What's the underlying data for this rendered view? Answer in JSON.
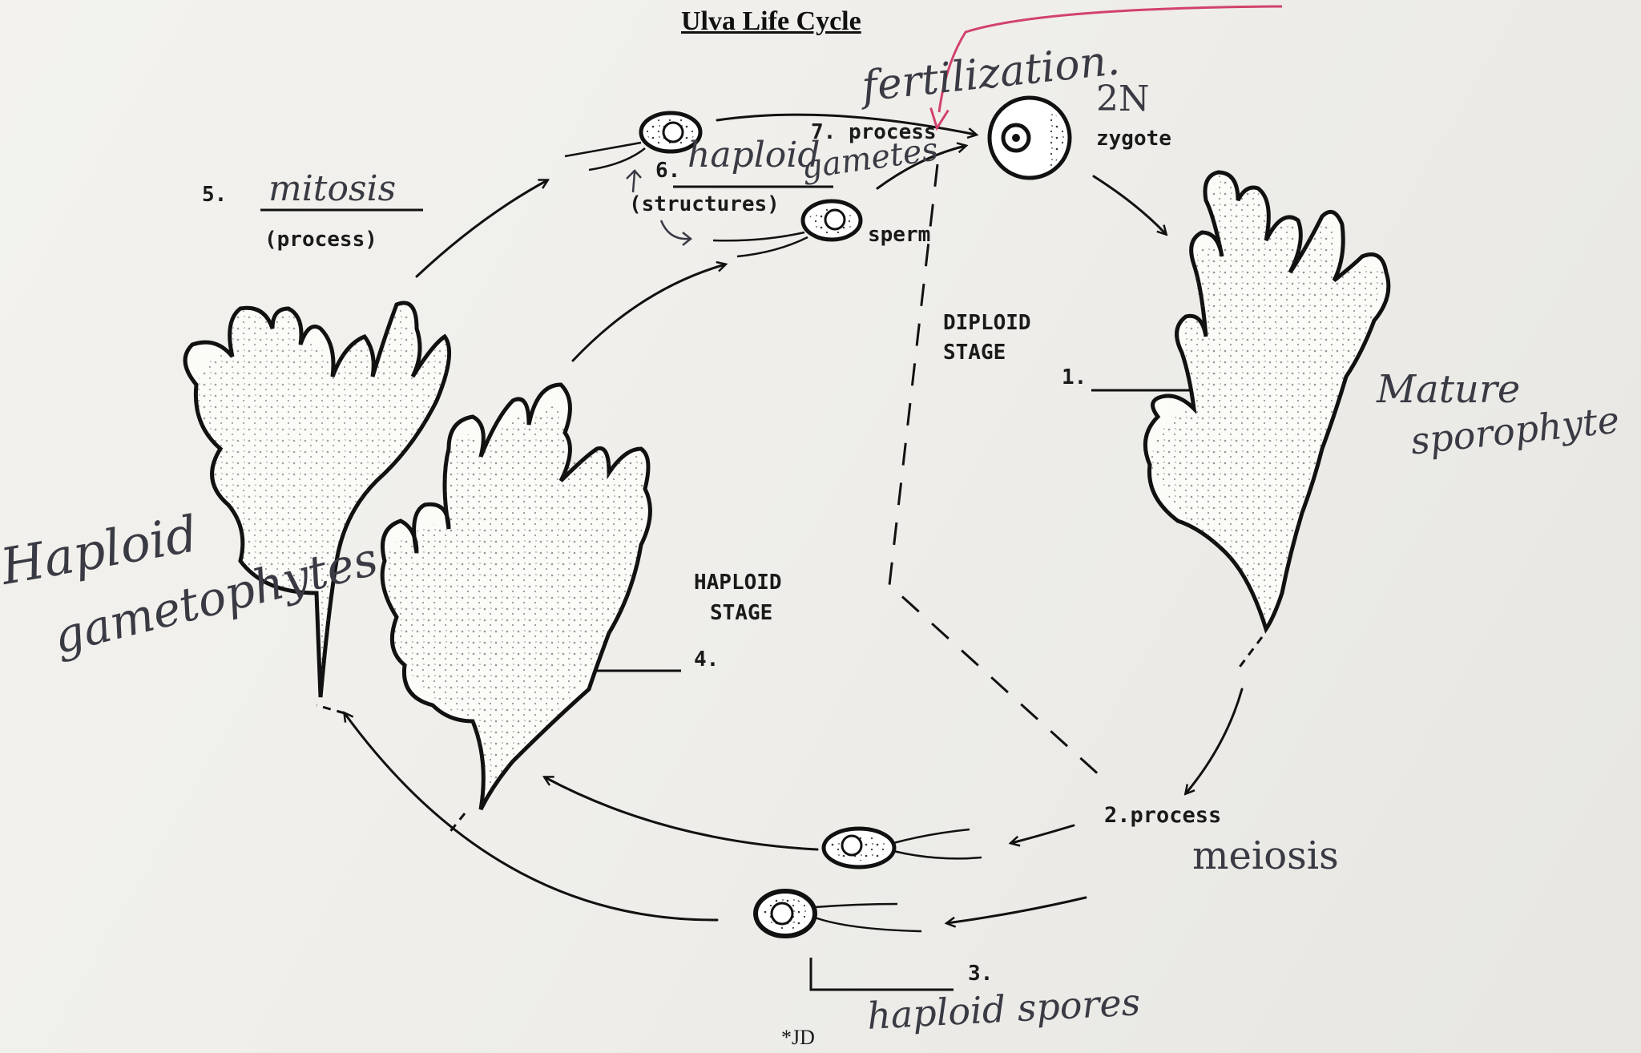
{
  "diagram": {
    "title": "Ulva Life Cycle",
    "footer": "*JD",
    "printed_labels": {
      "step5_number": "5.",
      "step5_caption": "(process)",
      "step6_number": "6.",
      "step6_caption": "(structures)",
      "step7": "7. process",
      "zygote": "zygote",
      "sperm": "sperm",
      "diploid_stage": [
        "DIPLOID",
        "STAGE"
      ],
      "haploid_stage": [
        "HAPLOID",
        "STAGE"
      ],
      "step1": "1.",
      "step4": "4.",
      "step2": "2.process",
      "step3": "3."
    },
    "handwritten_labels": {
      "mitosis": "mitosis",
      "haploid_gametes": [
        "haploid",
        "gametes"
      ],
      "fertilization": "fertilization.",
      "ploidy_2n": "2N",
      "mature_sporophyte": [
        "Mature",
        "sporophyte"
      ],
      "haploid_gametophytes": [
        "Haploid",
        "gametophytes"
      ],
      "meiosis": "meiosis",
      "haploid_spores": "haploid spores"
    }
  }
}
